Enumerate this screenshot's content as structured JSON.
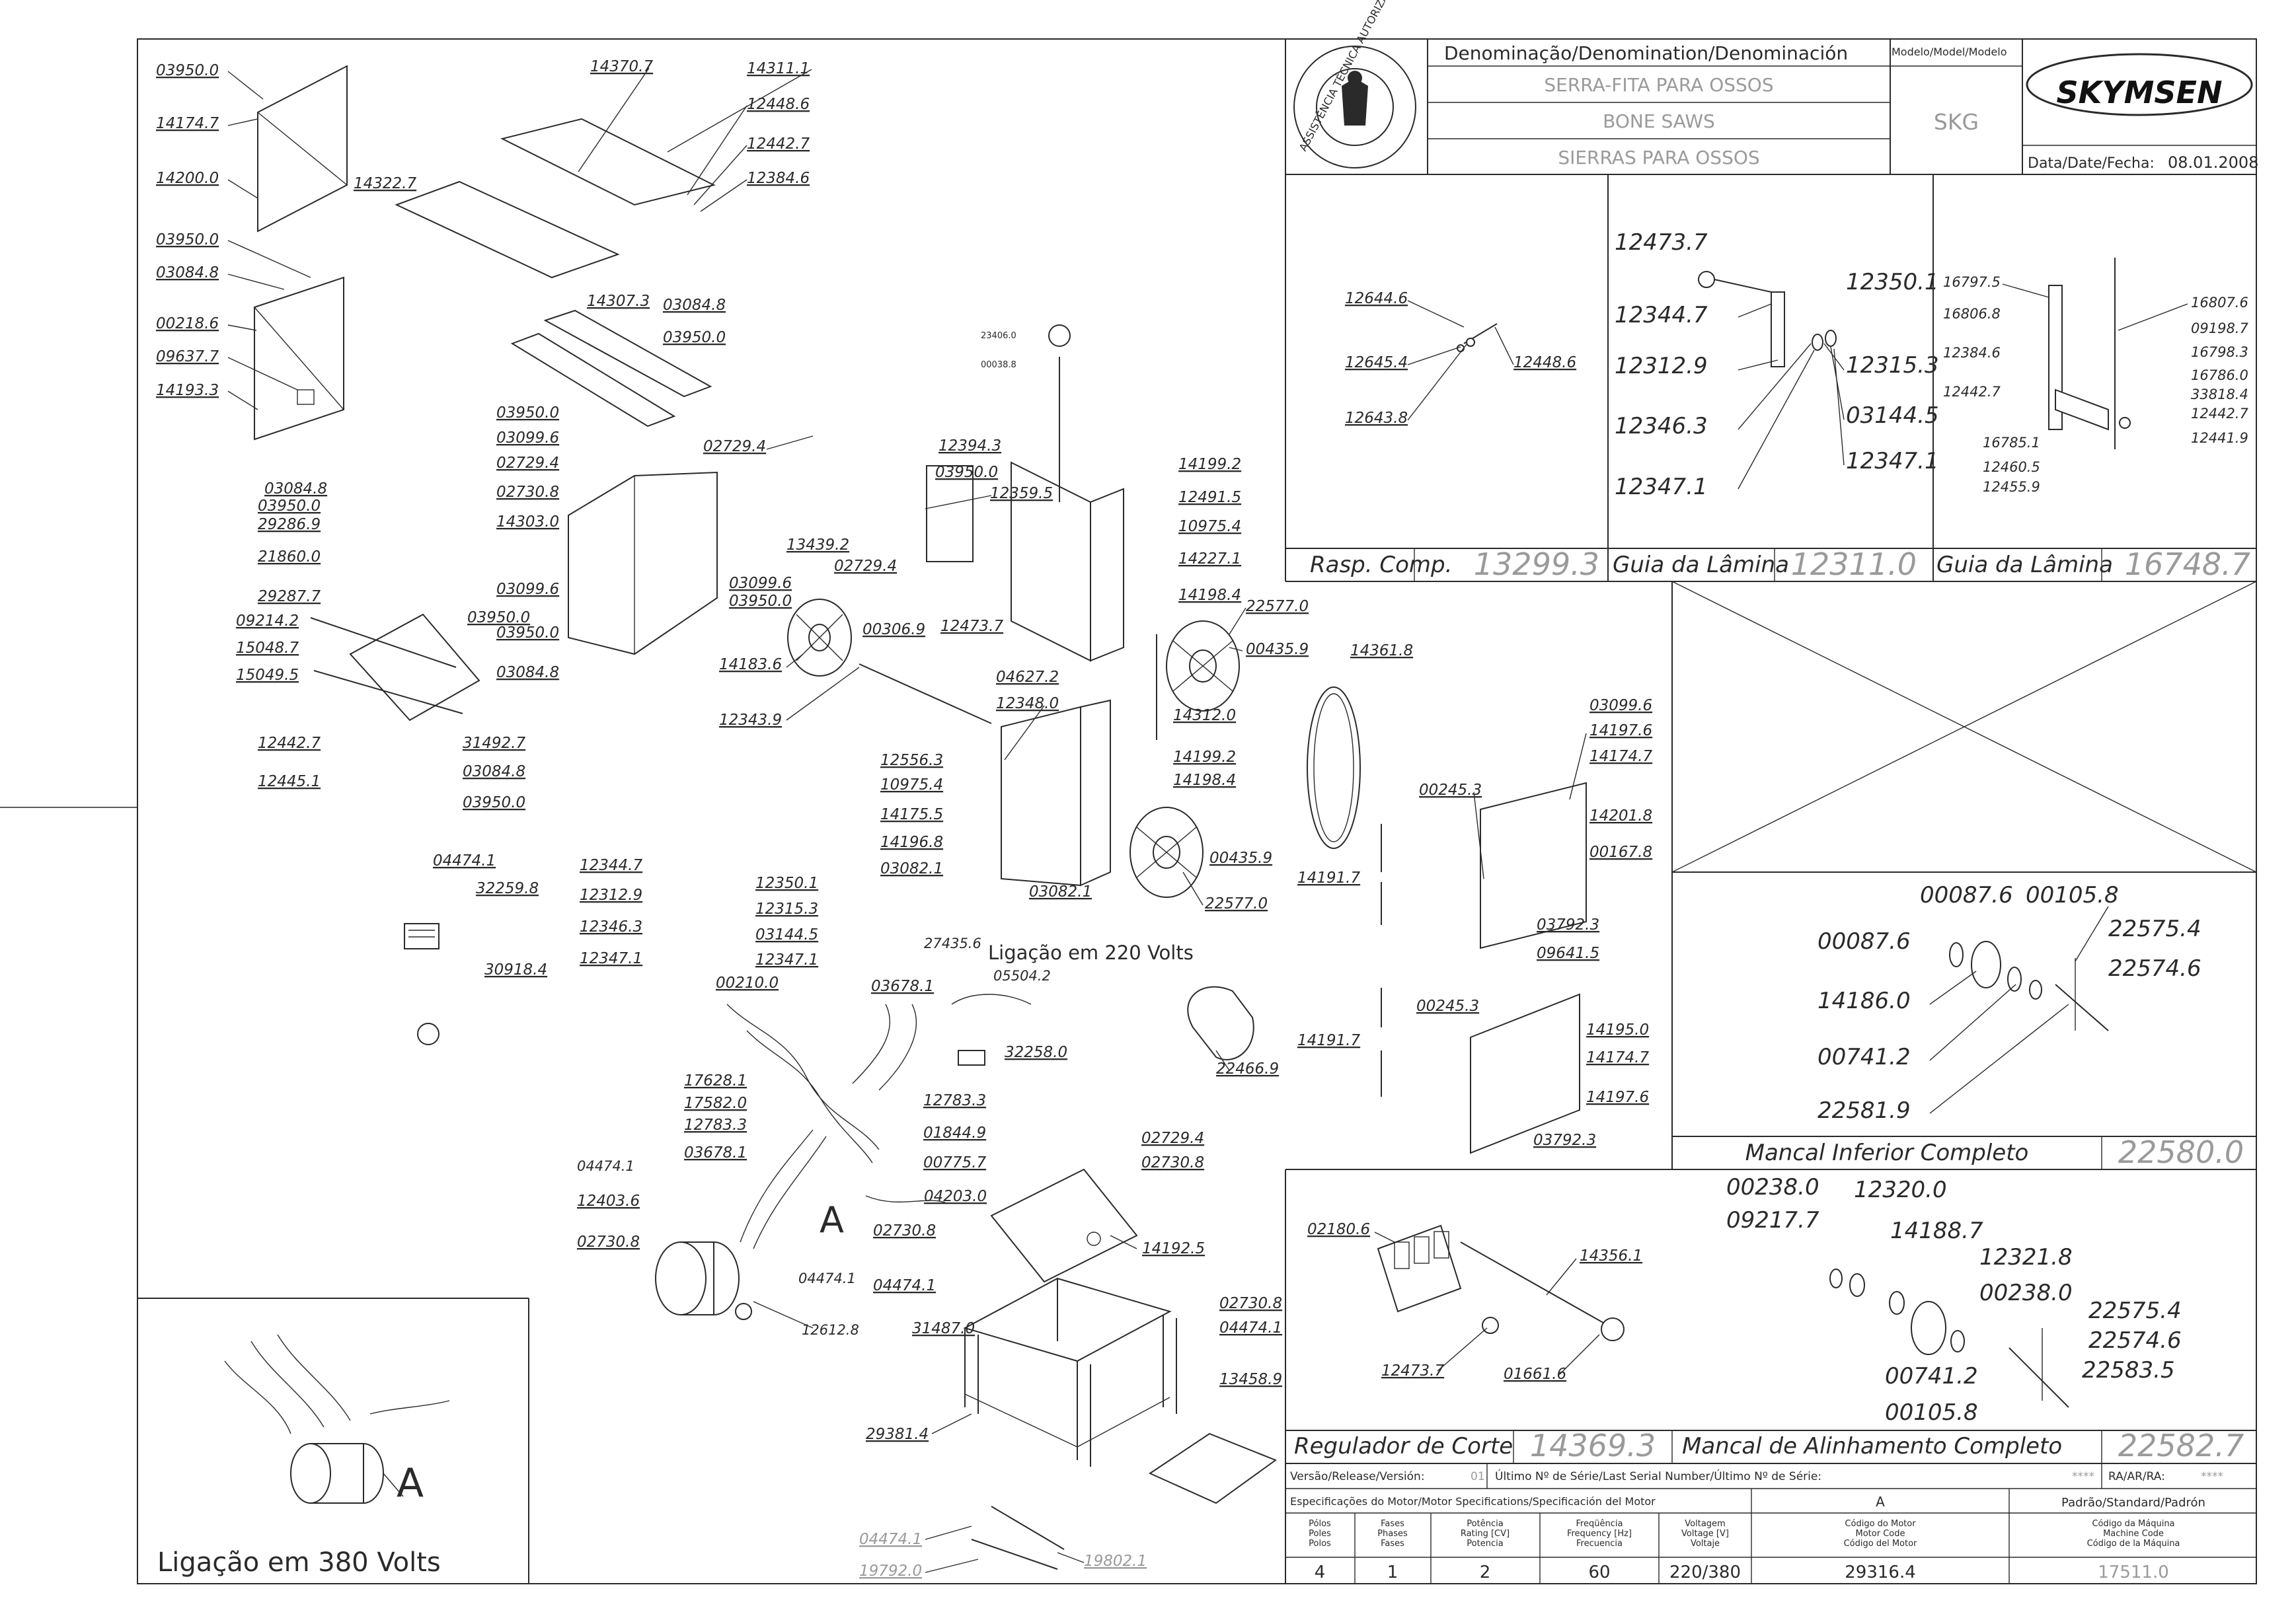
{
  "title_block": {
    "denomination_header": "Denominação/Denomination/Denominación",
    "model_header": "Modelo/Model/Modelo",
    "name_pt": "SERRA-FITA PARA OSSOS",
    "name_en": "BONE SAWS",
    "name_es": "SIERRAS PARA OSSOS",
    "model": "SKG",
    "brand": "SKYMSEN",
    "date_label": "Data/Date/Fecha:",
    "date": "08.01.2008",
    "seal_text": "ASSISTÊNCIA TÉCNICA AUTORIZADA",
    "release_label": "Versão/Release/Versión:",
    "release": "01",
    "serial_label": "Último Nº de Série/Last Serial Number/Último Nº de Série:",
    "serial_value": "****",
    "ra_label": "RA/AR/RA:",
    "ra_value": "****",
    "motor_spec_label": "Especificações do Motor/Motor Specifications/Specificación del Motor",
    "col_a": "A",
    "standard_label": "Padrão/Standard/Padrón",
    "spec_cols": [
      {
        "h": [
          "Pólos",
          "Poles",
          "Polos"
        ],
        "v": "4"
      },
      {
        "h": [
          "Fases",
          "Phases",
          "Fases"
        ],
        "v": "1"
      },
      {
        "h": [
          "Potência",
          "Rating [CV]",
          "Potencia"
        ],
        "v": "2"
      },
      {
        "h": [
          "Freqüência",
          "Frequency [Hz]",
          "Frecuencia"
        ],
        "v": "60"
      },
      {
        "h": [
          "Voltagem",
          "Voltage [V]",
          "Voltaje"
        ],
        "v": "220/380"
      },
      {
        "h": [
          "Código do Motor",
          "Motor Code",
          "Código del Motor"
        ],
        "v": "29316.4"
      },
      {
        "h": [
          "Código da Máquina",
          "Machine Code",
          "Código de la Máquina"
        ],
        "v": "17511.0"
      }
    ]
  },
  "panels": {
    "rasp_label": "Rasp. Comp.",
    "rasp_code": "13299.3",
    "guia1_label": "Guia da Lâmina",
    "guia1_code": "12311.0",
    "guia2_label": "Guia da Lâmina",
    "guia2_code": "16748.7",
    "mancal_inf_label": "Mancal Inferior Completo",
    "mancal_inf_code": "22580.0",
    "regulador_label": "Regulador de Corte",
    "regulador_code": "14369.3",
    "mancal_alin_label": "Mancal de Alinhamento Completo",
    "mancal_alin_code": "22582.7",
    "ligacao_220": "Ligação em 220 Volts",
    "ligacao_380": "Ligação em 380 Volts",
    "detail_a": "A"
  },
  "parts": {
    "p001": "03950.0",
    "p002": "14174.7",
    "p003": "14200.0",
    "p004": "14370.7",
    "p005": "14311.1",
    "p006": "12448.6",
    "p007": "12442.7",
    "p008": "12384.6",
    "p009": "14322.7",
    "p010": "03950.0",
    "p011": "03084.8",
    "p012": "00218.6",
    "p013": "09637.7",
    "p014": "14193.3",
    "p015": "14307.3",
    "p016": "03084.8",
    "p017": "03950.0",
    "p018": "03950.0",
    "p019": "03099.6",
    "p020": "02729.4",
    "p021": "02730.8",
    "p022": "14303.0",
    "p023": "03099.6",
    "p024": "03950.0",
    "p025": "03950.0",
    "p026": "03084.8",
    "p027": "03099.6",
    "p028": "03950.0",
    "p029": "03084.8",
    "p030": "03950.0",
    "p031": "29286.9",
    "p032": "21860.0",
    "p033": "29287.7",
    "p034": "09214.2",
    "p035": "15048.7",
    "p036": "15049.5",
    "p037": "12442.7",
    "p038": "12445.1",
    "p039": "31492.7",
    "p040": "03084.8",
    "p041": "03950.0",
    "p042": "04474.1",
    "p043": "32259.8",
    "p044": "30918.4",
    "p045": "23406.0",
    "p046": "00038.8",
    "p047": "02729.4",
    "p048": "12394.3",
    "p049": "03950.0",
    "p050": "12359.5",
    "p051": "13439.2",
    "p052": "02729.4",
    "p053": "00306.9",
    "p054": "14183.6",
    "p055": "12343.9",
    "p056": "12473.7",
    "p057": "14199.2",
    "p058": "12491.5",
    "p059": "10975.4",
    "p060": "14227.1",
    "p061": "14198.4",
    "p062": "22577.0",
    "p063": "00435.9",
    "p064": "14312.0",
    "p065": "04627.2",
    "p066": "12348.0",
    "p067": "12556.3",
    "p068": "10975.4",
    "p069": "14199.2",
    "p070": "14198.4",
    "p071": "14175.5",
    "p072": "14196.8",
    "p073": "03082.1",
    "p074": "03082.1",
    "p075": "00435.9",
    "p076": "22577.0",
    "p077": "12344.7",
    "p078": "12312.9",
    "p079": "12346.3",
    "p080": "12347.1",
    "p081": "12350.1",
    "p082": "12315.3",
    "p083": "03144.5",
    "p084": "12347.1",
    "p085": "27435.6",
    "p086": "00210.0",
    "p087": "03678.1",
    "p088": "05504.2",
    "p089": "32258.0",
    "p090": "12783.3",
    "p091": "17628.1",
    "p092": "17582.0",
    "p093": "12783.3",
    "p094": "03678.1",
    "p095": "01844.9",
    "p096": "00775.7",
    "p097": "04474.1",
    "p098": "12403.6",
    "p099": "02730.8",
    "p100": "04203.0",
    "p101": "04474.1",
    "p102": "12612.8",
    "p103": "02729.4",
    "p104": "02730.8",
    "p105": "02730.8",
    "p106": "14192.5",
    "p107": "04474.1",
    "p108": "31487.0",
    "p109": "02730.8",
    "p110": "04474.1",
    "p111": "13458.9",
    "p112": "29381.4",
    "p113": "04474.1",
    "p114": "19792.0",
    "p115": "19802.1",
    "p116": "14361.8",
    "p117": "22466.9",
    "p118": "03099.6",
    "p119": "14197.6",
    "p120": "14174.7",
    "p121": "00245.3",
    "p122": "14201.8",
    "p123": "00167.8",
    "p124": "14191.7",
    "p125": "03792.3",
    "p126": "09641.5",
    "p127": "00245.3",
    "p128": "14195.0",
    "p129": "14174.7",
    "p130": "14191.7",
    "p131": "14197.6",
    "p132": "03792.3",
    "p133": "12644.6",
    "p134": "12645.4",
    "p135": "12448.6",
    "p136": "12643.8",
    "p137": "12473.7",
    "p138": "12350.1",
    "p139": "12344.7",
    "p140": "12315.3",
    "p141": "12312.9",
    "p142": "03144.5",
    "p143": "12346.3",
    "p144": "12347.1",
    "p145": "12347.1",
    "p146": "16797.5",
    "p147": "16807.6",
    "p148": "16806.8",
    "p149": "09198.7",
    "p150": "12384.6",
    "p151": "16798.3",
    "p152": "16786.0",
    "p153": "12442.7",
    "p154": "33818.4",
    "p155": "12442.7",
    "p156": "16785.1",
    "p157": "12441.9",
    "p158": "12460.5",
    "p159": "12455.9",
    "p160": "00087.6",
    "p161": "00105.8",
    "p162": "00087.6",
    "p163": "22575.4",
    "p164": "22574.6",
    "p165": "14186.0",
    "p166": "00741.2",
    "p167": "22581.9",
    "p168": "00238.0",
    "p169": "12320.0",
    "p170": "09217.7",
    "p171": "14188.7",
    "p172": "12321.8",
    "p173": "00238.0",
    "p174": "22575.4",
    "p175": "22574.6",
    "p176": "00741.2",
    "p177": "22583.5",
    "p178": "00105.8",
    "p179": "02180.6",
    "p180": "14356.1",
    "p181": "12473.7",
    "p182": "01661.6"
  }
}
